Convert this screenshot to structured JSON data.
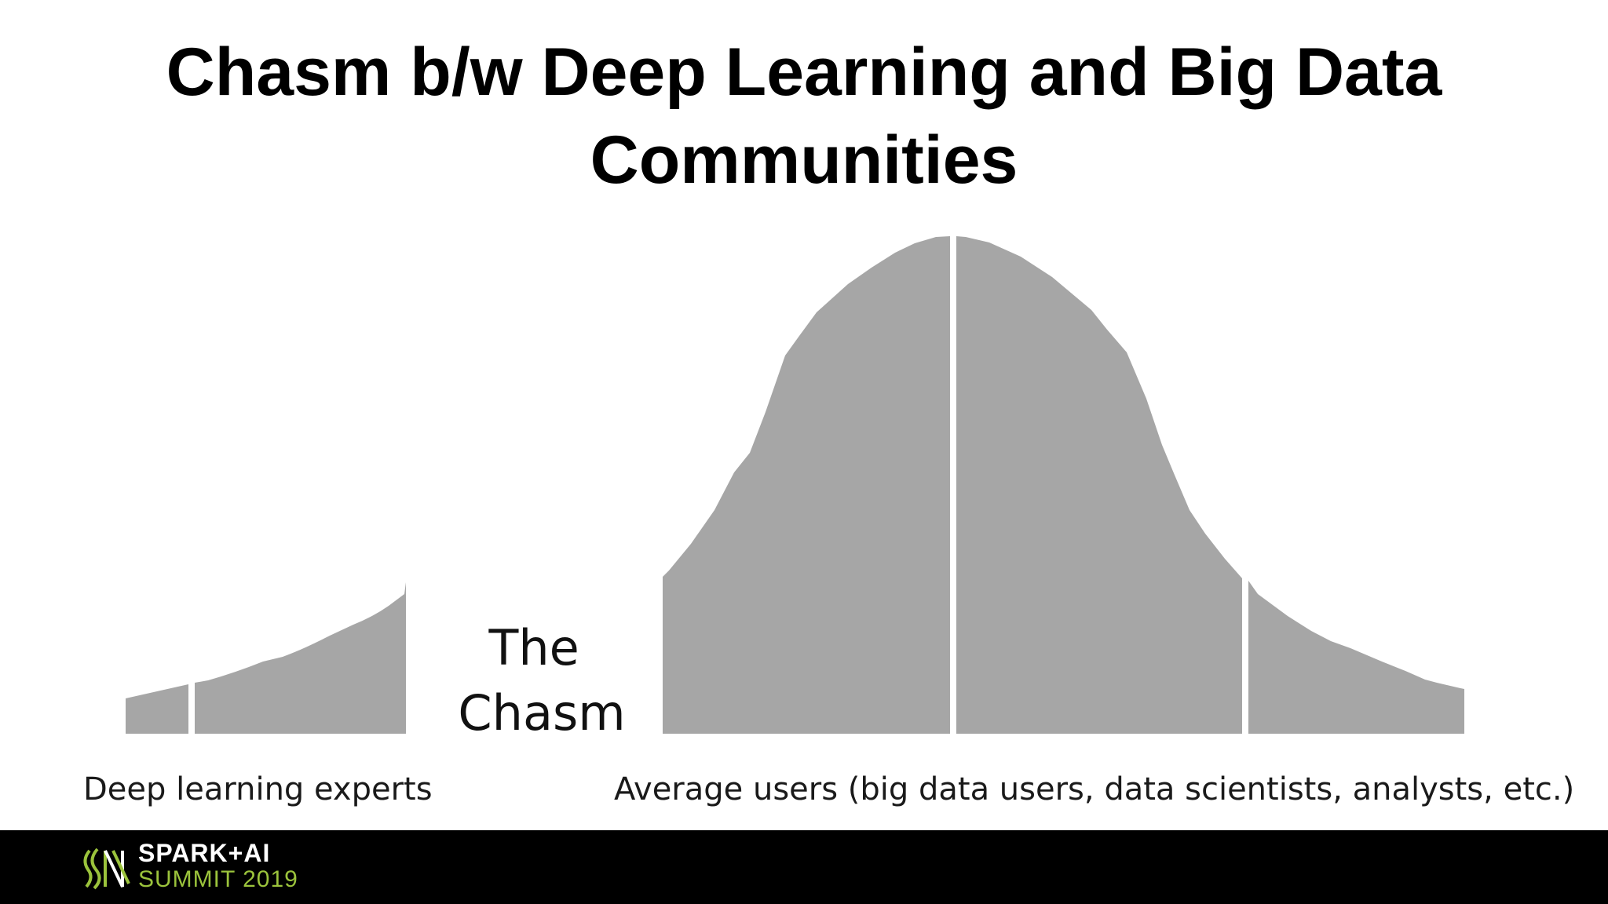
{
  "slide": {
    "title_line1": "Chasm b/w Deep Learning and Big Data",
    "title_line2": "Communities"
  },
  "diagram": {
    "chasm_label_line1": "The",
    "chasm_label_line2": "Chasm",
    "left_group_label": "Deep learning experts",
    "right_group_label": "Average users (big data users, data scientists, analysts, etc.)",
    "segment_color": "#a6a6a6"
  },
  "footer": {
    "brand_line1": "SPARK+AI",
    "brand_line2": "SUMMIT 2019",
    "brand_color": "#9bc33c",
    "logo_icon": "spark-ai-summit-logo-icon"
  }
}
